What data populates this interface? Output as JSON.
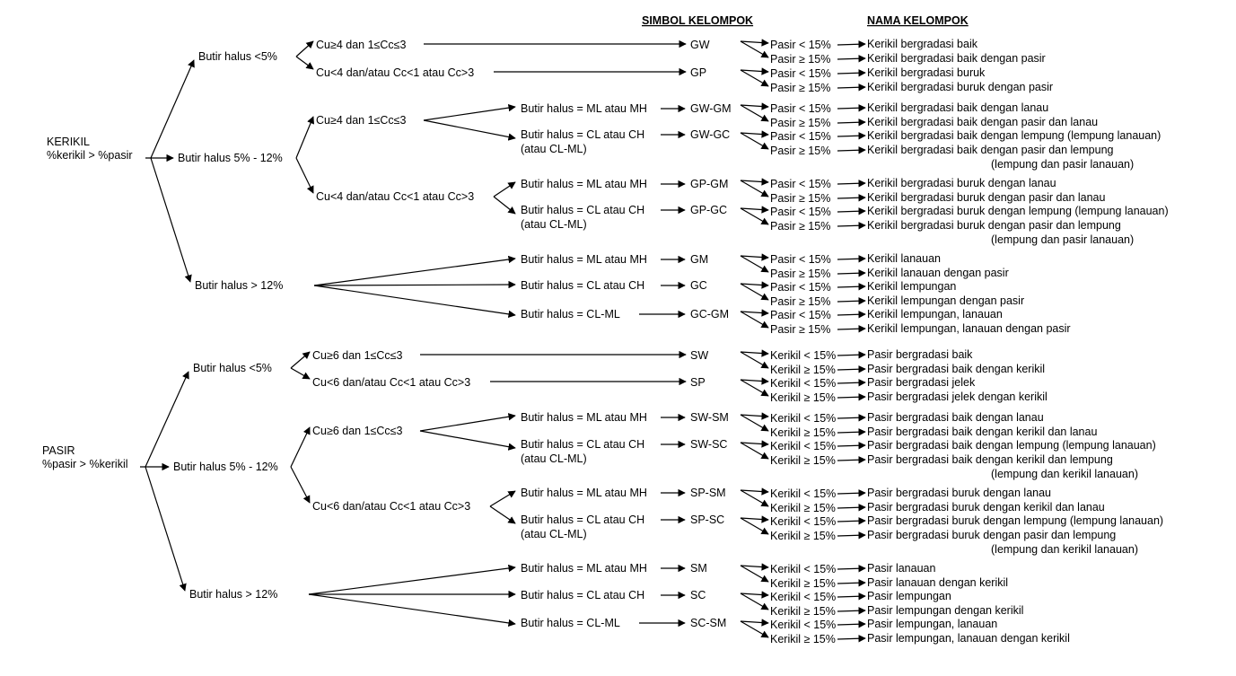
{
  "headers": {
    "symbol": "SIMBOL KELOMPOK",
    "name": "NAMA KELOMPOK"
  },
  "soils": [
    {
      "label1": "KERIKIL",
      "label2": "%kerikil > %pasir",
      "branches": [
        {
          "label": "Butir halus <5%",
          "children": [
            {
              "cond": "Cu≥4 dan 1≤Cc≤3",
              "code": "GW",
              "leaves": [
                {
                  "c": "Pasir < 15%",
                  "n": "Kerikil bergradasi baik"
                },
                {
                  "c": "Pasir ≥ 15%",
                  "n": "Kerikil bergradasi baik dengan pasir"
                }
              ]
            },
            {
              "cond": "Cu<4 dan/atau Cc<1 atau Cc>3",
              "code": "GP",
              "leaves": [
                {
                  "c": "Pasir < 15%",
                  "n": "Kerikil bergradasi buruk"
                },
                {
                  "c": "Pasir ≥ 15%",
                  "n": "Kerikil bergradasi buruk dengan pasir"
                }
              ]
            }
          ]
        },
        {
          "label": "Butir halus 5% - 12%",
          "children": [
            {
              "cond": "Cu≥4 dan 1≤Cc≤3",
              "subs": [
                {
                  "fine": "Butir halus = ML atau MH",
                  "code": "GW-GM",
                  "leaves": [
                    {
                      "c": "Pasir < 15%",
                      "n": "Kerikil bergradasi baik dengan lanau"
                    },
                    {
                      "c": "Pasir ≥ 15%",
                      "n": "Kerikil bergradasi baik dengan pasir dan lanau"
                    }
                  ]
                },
                {
                  "fine": "Butir halus = CL atau CH",
                  "fine2": "(atau CL-ML)",
                  "code": "GW-GC",
                  "leaves": [
                    {
                      "c": "Pasir < 15%",
                      "n": "Kerikil bergradasi baik dengan lempung (lempung lanauan)"
                    },
                    {
                      "c": "Pasir ≥ 15%",
                      "n": "Kerikil bergradasi baik dengan pasir dan lempung",
                      "n2": "(lempung dan pasir lanauan)"
                    }
                  ]
                }
              ]
            },
            {
              "cond": "Cu<4 dan/atau Cc<1 atau Cc>3",
              "subs": [
                {
                  "fine": "Butir halus = ML atau MH",
                  "code": "GP-GM",
                  "leaves": [
                    {
                      "c": "Pasir < 15%",
                      "n": "Kerikil bergradasi buruk dengan lanau"
                    },
                    {
                      "c": "Pasir ≥ 15%",
                      "n": "Kerikil bergradasi buruk dengan pasir dan lanau"
                    }
                  ]
                },
                {
                  "fine": "Butir halus = CL atau CH",
                  "fine2": "(atau CL-ML)",
                  "code": "GP-GC",
                  "leaves": [
                    {
                      "c": "Pasir < 15%",
                      "n": "Kerikil bergradasi buruk dengan lempung (lempung lanauan)"
                    },
                    {
                      "c": "Pasir ≥ 15%",
                      "n": "Kerikil bergradasi buruk dengan pasir dan lempung",
                      "n2": "(lempung dan pasir lanauan)"
                    }
                  ]
                }
              ]
            }
          ]
        },
        {
          "label": "Butir halus > 12%",
          "children": [
            {
              "fine": "Butir halus = ML atau MH",
              "code": "GM",
              "leaves": [
                {
                  "c": "Pasir < 15%",
                  "n": "Kerikil lanauan"
                },
                {
                  "c": "Pasir ≥ 15%",
                  "n": "Kerikil lanauan dengan pasir"
                }
              ]
            },
            {
              "fine": "Butir halus = CL atau CH",
              "code": "GC",
              "leaves": [
                {
                  "c": "Pasir < 15%",
                  "n": "Kerikil lempungan"
                },
                {
                  "c": "Pasir ≥ 15%",
                  "n": "Kerikil lempungan dengan pasir"
                }
              ]
            },
            {
              "fine": "Butir halus = CL-ML",
              "code": "GC-GM",
              "leaves": [
                {
                  "c": "Pasir < 15%",
                  "n": "Kerikil lempungan, lanauan"
                },
                {
                  "c": "Pasir ≥ 15%",
                  "n": "Kerikil lempungan, lanauan dengan pasir"
                }
              ]
            }
          ]
        }
      ]
    },
    {
      "label1": "PASIR",
      "label2": "%pasir > %kerikil",
      "branches": [
        {
          "label": "Butir halus <5%",
          "children": [
            {
              "cond": "Cu≥6 dan 1≤Cc≤3",
              "code": "SW",
              "leaves": [
                {
                  "c": "Kerikil < 15%",
                  "n": "Pasir bergradasi baik"
                },
                {
                  "c": "Kerikil ≥ 15%",
                  "n": "Pasir bergradasi baik dengan kerikil"
                }
              ]
            },
            {
              "cond": "Cu<6 dan/atau Cc<1 atau Cc>3",
              "code": "SP",
              "leaves": [
                {
                  "c": "Kerikil < 15%",
                  "n": "Pasir bergradasi jelek"
                },
                {
                  "c": "Kerikil ≥ 15%",
                  "n": "Pasir bergradasi jelek dengan kerikil"
                }
              ]
            }
          ]
        },
        {
          "label": "Butir halus 5% - 12%",
          "children": [
            {
              "cond": "Cu≥6 dan 1≤Cc≤3",
              "subs": [
                {
                  "fine": "Butir halus = ML atau MH",
                  "code": "SW-SM",
                  "leaves": [
                    {
                      "c": "Kerikil < 15%",
                      "n": "Pasir bergradasi baik dengan lanau"
                    },
                    {
                      "c": "Kerikil ≥ 15%",
                      "n": "Pasir bergradasi baik dengan kerikil dan lanau"
                    }
                  ]
                },
                {
                  "fine": "Butir halus = CL atau CH",
                  "fine2": "(atau CL-ML)",
                  "code": "SW-SC",
                  "leaves": [
                    {
                      "c": "Kerikil < 15%",
                      "n": "Pasir bergradasi baik dengan lempung (lempung lanauan)"
                    },
                    {
                      "c": "Kerikil ≥ 15%",
                      "n": "Pasir bergradasi baik dengan kerikil dan lempung",
                      "n2": "(lempung dan kerikil lanauan)"
                    }
                  ]
                }
              ]
            },
            {
              "cond": "Cu<6 dan/atau Cc<1 atau Cc>3",
              "subs": [
                {
                  "fine": "Butir halus = ML atau MH",
                  "code": "SP-SM",
                  "leaves": [
                    {
                      "c": "Kerikil < 15%",
                      "n": "Pasir bergradasi buruk dengan lanau"
                    },
                    {
                      "c": "Kerikil ≥ 15%",
                      "n": "Pasir bergradasi buruk dengan kerikil dan lanau"
                    }
                  ]
                },
                {
                  "fine": "Butir halus = CL atau CH",
                  "fine2": "(atau CL-ML)",
                  "code": "SP-SC",
                  "leaves": [
                    {
                      "c": "Kerikil < 15%",
                      "n": "Pasir bergradasi buruk dengan lempung (lempung lanauan)"
                    },
                    {
                      "c": "Kerikil ≥ 15%",
                      "n": "Pasir bergradasi buruk dengan pasir dan lempung",
                      "n2": "(lempung dan kerikil lanauan)"
                    }
                  ]
                }
              ]
            }
          ]
        },
        {
          "label": "Butir halus > 12%",
          "children": [
            {
              "fine": "Butir halus = ML atau MH",
              "code": "SM",
              "leaves": [
                {
                  "c": "Kerikil < 15%",
                  "n": "Pasir lanauan"
                },
                {
                  "c": "Kerikil ≥ 15%",
                  "n": "Pasir lanauan dengan kerikil"
                }
              ]
            },
            {
              "fine": "Butir halus = CL atau CH",
              "code": "SC",
              "leaves": [
                {
                  "c": "Kerikil < 15%",
                  "n": "Pasir lempungan"
                },
                {
                  "c": "Kerikil ≥ 15%",
                  "n": "Pasir lempungan dengan kerikil"
                }
              ]
            },
            {
              "fine": "Butir halus = CL-ML",
              "code": "SC-SM",
              "leaves": [
                {
                  "c": "Kerikil < 15%",
                  "n": "Pasir lempungan, lanauan"
                },
                {
                  "c": "Kerikil ≥ 15%",
                  "n": "Pasir lempungan, lanauan dengan kerikil"
                }
              ]
            }
          ]
        }
      ]
    }
  ]
}
